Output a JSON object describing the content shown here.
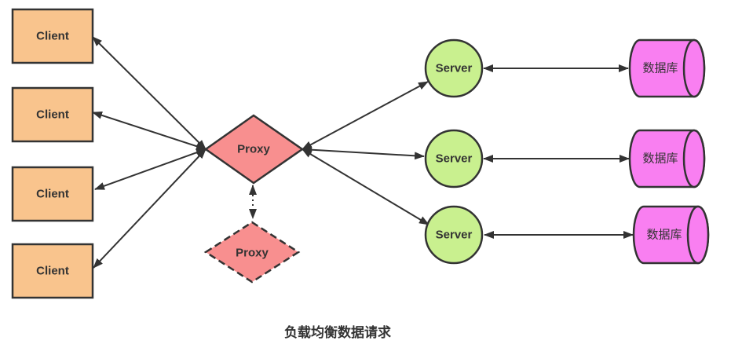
{
  "diagram": {
    "title": "负载均衡数据请求",
    "clients": [
      {
        "label": "Client"
      },
      {
        "label": "Client"
      },
      {
        "label": "Client"
      },
      {
        "label": "Client"
      }
    ],
    "proxies": {
      "main": {
        "label": "Proxy"
      },
      "backup": {
        "label": "Proxy"
      }
    },
    "servers": [
      {
        "label": "Server"
      },
      {
        "label": "Server"
      },
      {
        "label": "Server"
      }
    ],
    "databases": [
      {
        "label": "数据库"
      },
      {
        "label": "数据库"
      },
      {
        "label": "数据库"
      }
    ],
    "colors": {
      "client_fill": "#F9C48D",
      "proxy_fill": "#F88F8F",
      "server_fill": "#C9F08F",
      "database_fill": "#F97FF1",
      "stroke": "#333333"
    }
  }
}
